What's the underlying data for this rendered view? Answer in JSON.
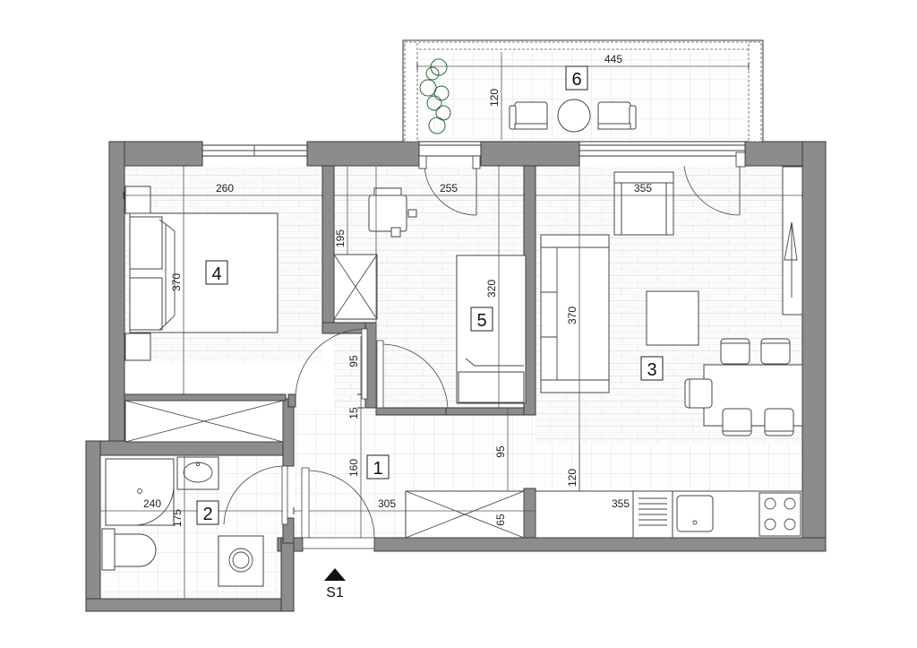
{
  "plan": {
    "rooms": [
      {
        "id": "room-1",
        "label": "1"
      },
      {
        "id": "room-2",
        "label": "2"
      },
      {
        "id": "room-3",
        "label": "3"
      },
      {
        "id": "room-4",
        "label": "4"
      },
      {
        "id": "room-5",
        "label": "5"
      },
      {
        "id": "room-6",
        "label": "6"
      }
    ],
    "dimensions": {
      "bedroom_width": "260",
      "bedroom_depth": "370",
      "room5_width": "255",
      "room5_depth": "320",
      "living_width": "355",
      "living_depth": "370",
      "balcony_width": "445",
      "balcony_depth": "120",
      "wardrobe_depth": "195",
      "hall_door_95a": "95",
      "hall_15": "15",
      "hall_160": "160",
      "hall_95b": "95",
      "hall_width": "305",
      "closet_65": "65",
      "kitchen_120": "120",
      "kitchen_width": "355",
      "bath_width": "240",
      "bath_depth": "175"
    },
    "section_marker": "S1"
  }
}
